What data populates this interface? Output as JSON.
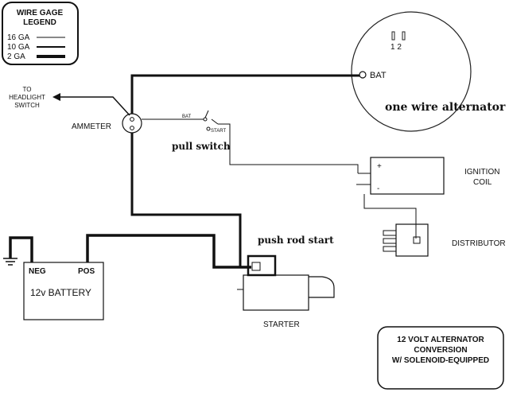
{
  "legend": {
    "title_line1": "WIRE GAGE",
    "title_line2": "LEGEND",
    "items": [
      {
        "label": "16 GA"
      },
      {
        "label": "10 GA"
      },
      {
        "label": "2 GA"
      }
    ]
  },
  "labels": {
    "to_headlight_line1": "TO",
    "to_headlight_line2": "HEADLIGHT",
    "to_headlight_line3": "SWITCH",
    "ammeter": "AMMETER",
    "bat_switch": "BAT",
    "start_switch": "START",
    "pull_switch": "pull switch",
    "alternator_terminals": "1 2",
    "alternator_bat": "BAT",
    "one_wire_alternator": "one wire alternator",
    "coil_plus": "+",
    "coil_minus": "-",
    "ignition_coil_line1": "IGNITION",
    "ignition_coil_line2": "COIL",
    "distributor": "DISTRIBUTOR",
    "push_rod_start": "push rod start",
    "battery_neg": "NEG",
    "battery_pos": "POS",
    "battery_name": "12v BATTERY",
    "starter": "STARTER"
  },
  "title_box": {
    "line1": "12 VOLT ALTERNATOR",
    "line2": "CONVERSION",
    "line3": "W/ SOLENOID-EQUIPPED"
  }
}
